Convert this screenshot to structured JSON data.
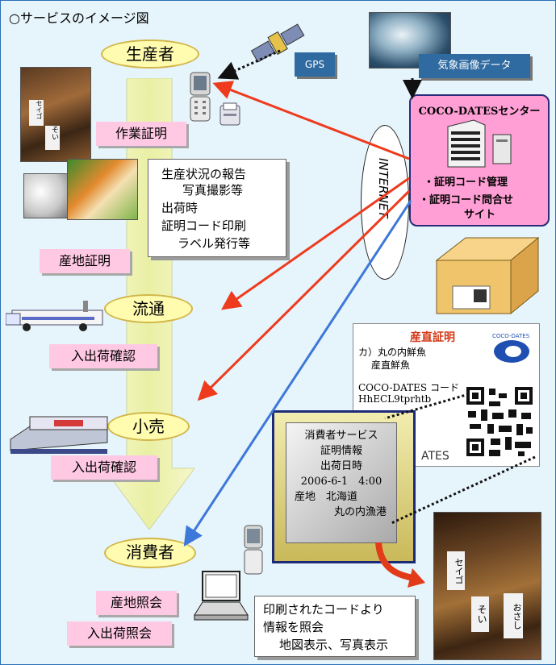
{
  "title": "○サービスのイメージ図",
  "roles": {
    "producer": "生産者",
    "distribution": "流通",
    "retail": "小売",
    "consumer": "消費者"
  },
  "labels": {
    "work_proof": "作業証明",
    "origin_proof": "産地証明",
    "ship_check_1": "入出荷確認",
    "ship_check_2": "入出荷確認",
    "origin_query": "産地照会",
    "ship_query": "入出荷照会"
  },
  "producer_callout": [
    "生産状況の報告",
    "写真撮影等",
    "出荷時",
    "証明コード印刷",
    "ラベル発行等"
  ],
  "gps_label": "GPS",
  "weather_label": "気象画像データ",
  "internet_label": "INTERNET",
  "center": {
    "title": "COCO-DATESセンター",
    "item1": "・証明コード管理",
    "item2": "・証明コード問合せ",
    "item2b": "サイト"
  },
  "certificate": {
    "title": "産直証明",
    "line1": "カ）丸の内鮮魚",
    "line2": "産直鮮魚",
    "code_label": "COCO-DATES コード",
    "code_value": "HhECL9tprhtb",
    "brand_fragment": "ATES",
    "logo_text": "COCO-DATES"
  },
  "consumer_service": {
    "title": "消費者サービス",
    "line1": "証明情報",
    "line2": "出荷日時",
    "date": "2006-6-1　4:00",
    "place1": "産地　北海道",
    "place2": "丸の内漁港"
  },
  "consumer_callout": [
    "印刷されたコードより",
    "情報を照会",
    "地図表示、写真表示"
  ],
  "fish_labels": [
    "セイゴ",
    "そい",
    "おさし"
  ],
  "colors": {
    "frame_border": "#2b6fb6",
    "background": "#e6f4fb",
    "oval_fill": "#fffcb0",
    "pink_label": "#ffc9e4",
    "center_fill": "#ff9fd5",
    "red_arrow": "#ee3b1d",
    "blue_arrow": "#3e78d8"
  }
}
